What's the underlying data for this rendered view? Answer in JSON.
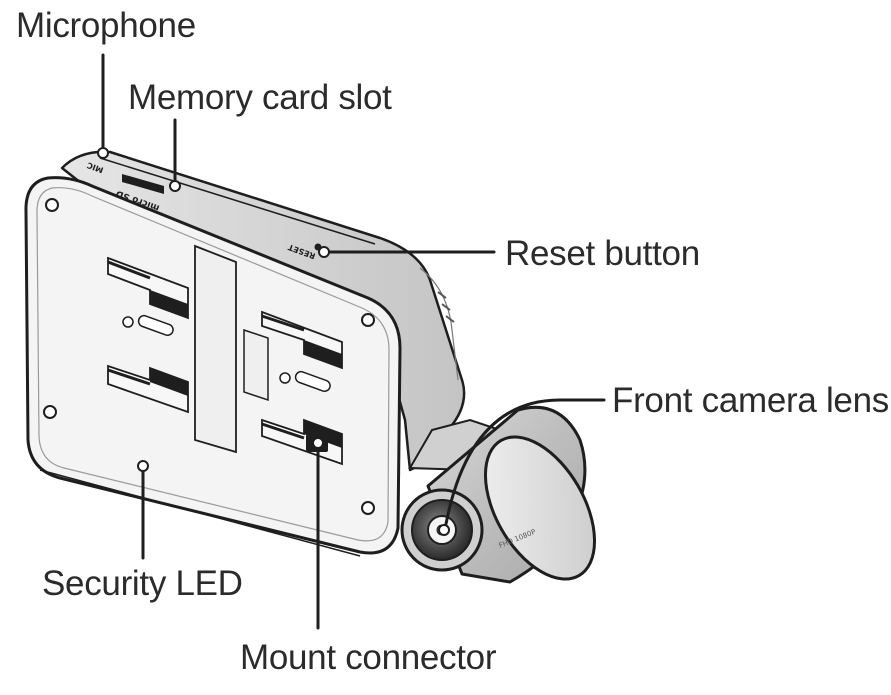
{
  "callouts": {
    "microphone": "Microphone",
    "memory_card_slot": "Memory card slot",
    "reset_button": "Reset button",
    "front_camera_lens": "Front camera lens",
    "security_led": "Security LED",
    "mount_connector": "Mount connector"
  },
  "device_markings": {
    "mic": "MIC",
    "micro_sd": "micro SD",
    "reset": "RESET",
    "lens_ring": "FHD 1080P"
  },
  "colors": {
    "outline": "#1e1e1e",
    "body_fill": "#f4f4f4",
    "shade": "#cfcfcf",
    "leader": "#1e1e1e"
  }
}
